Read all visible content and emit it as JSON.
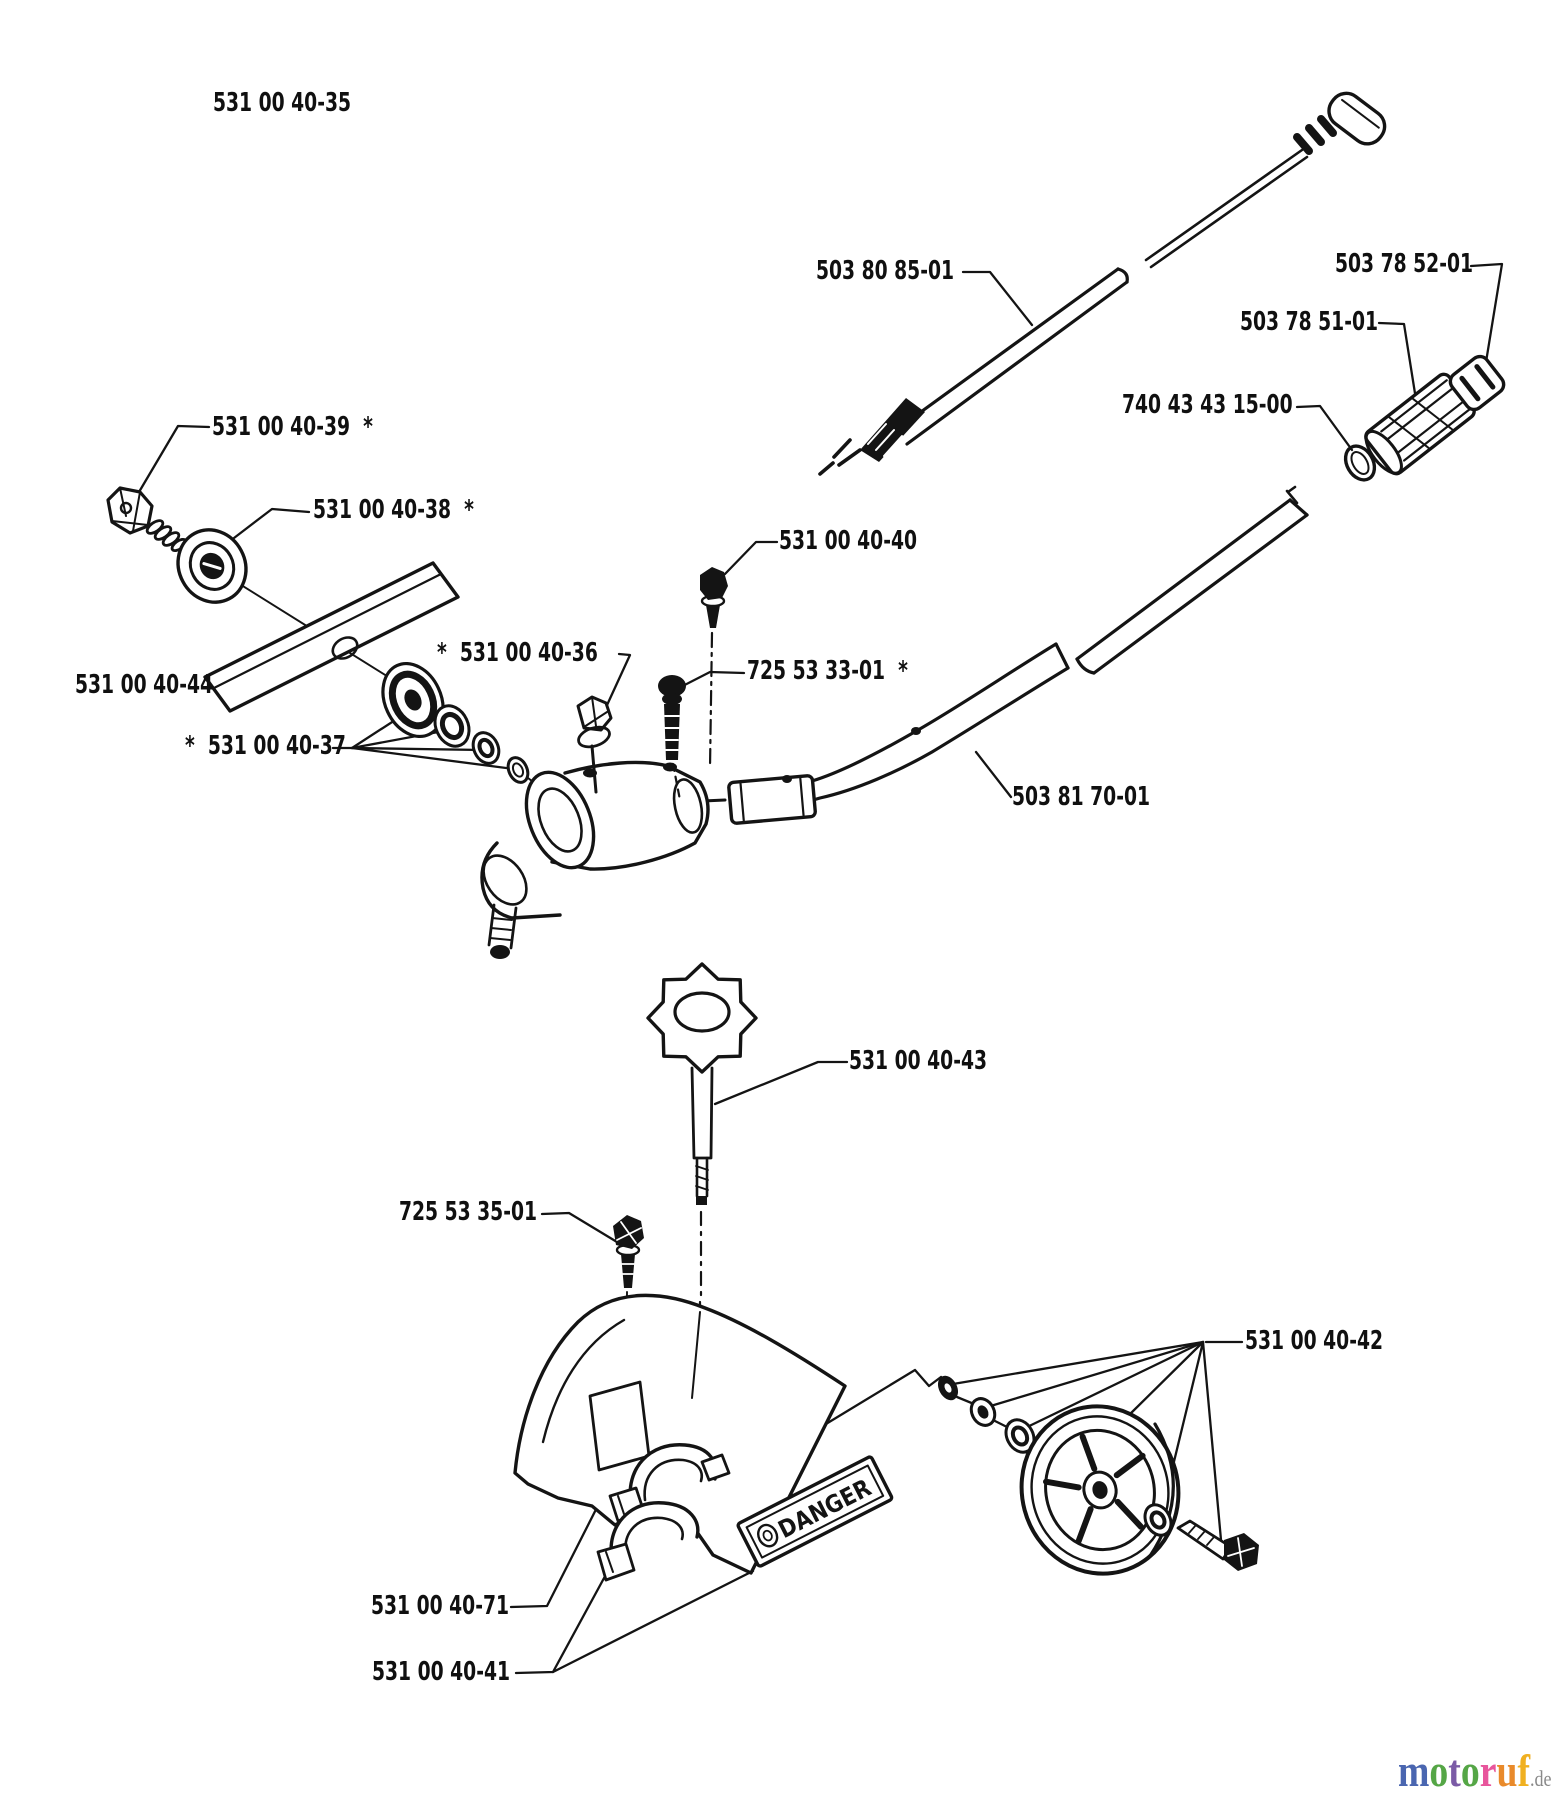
{
  "diagram": {
    "title_part_number": "531 00 40-35",
    "part_labels": {
      "l35": {
        "text": "531 00 40-35"
      },
      "l8085": {
        "text": "503 80 85-01"
      },
      "l7852": {
        "text": "503 78 52-01"
      },
      "l7851": {
        "text": "503 78 51-01"
      },
      "l7404": {
        "text": "740 43 43 15-00"
      },
      "l39": {
        "text": "531 00 40-39  *"
      },
      "l38": {
        "text": "531 00 40-38  *"
      },
      "l40": {
        "text": "531 00 40-40"
      },
      "l36": {
        "text": "*  531 00 40-36"
      },
      "l33": {
        "text": "725 53 33-01  *"
      },
      "l44": {
        "text": "531 00 40-44"
      },
      "l37": {
        "text": "*  531 00 40-37"
      },
      "l8170": {
        "text": "503 81 70-01"
      },
      "l43": {
        "text": "531 00 40-43"
      },
      "l7535": {
        "text": "725 53 35-01"
      },
      "l42": {
        "text": "531 00 40-42"
      },
      "l71": {
        "text": "531 00 40-71"
      },
      "l41": {
        "text": "531 00 40-41"
      }
    },
    "danger_sticker": {
      "text": "DANGER"
    },
    "line_color": "#141414"
  },
  "watermark": {
    "letters": [
      {
        "ch": "m",
        "color": "#4a66b0"
      },
      {
        "ch": "o",
        "color": "#55a646"
      },
      {
        "ch": "t",
        "color": "#7b5ba6"
      },
      {
        "ch": "o",
        "color": "#55a646"
      },
      {
        "ch": "r",
        "color": "#e8559c"
      },
      {
        "ch": "u",
        "color": "#e98a2b"
      },
      {
        "ch": "f",
        "color": "#f0b021"
      }
    ],
    "suffix": ".de"
  }
}
